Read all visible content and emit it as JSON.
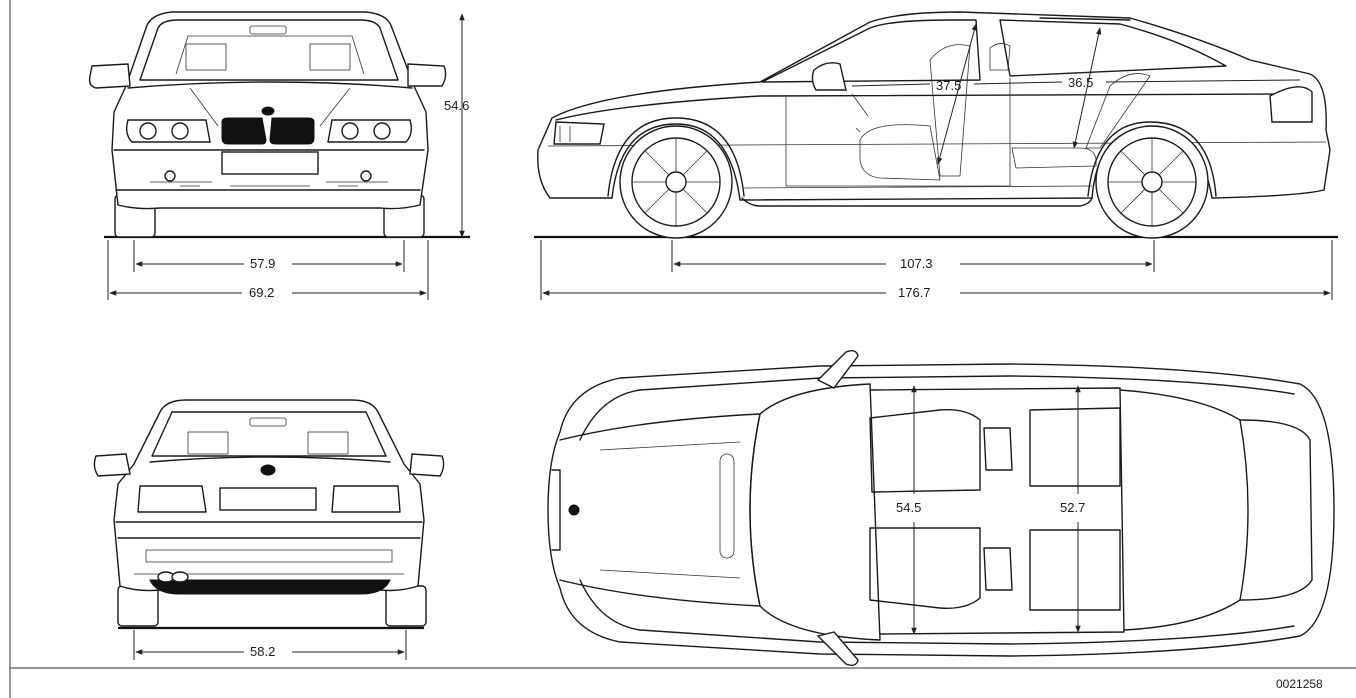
{
  "dimensions": {
    "front_height": "54.6",
    "front_track": "57.9",
    "overall_width": "69.2",
    "front_headroom": "37.5",
    "rear_headroom": "36.5",
    "wheelbase": "107.3",
    "overall_length": "176.7",
    "rear_track": "58.2",
    "front_shoulder_width": "54.5",
    "rear_shoulder_width": "52.7"
  },
  "drawing_code": "0021258"
}
